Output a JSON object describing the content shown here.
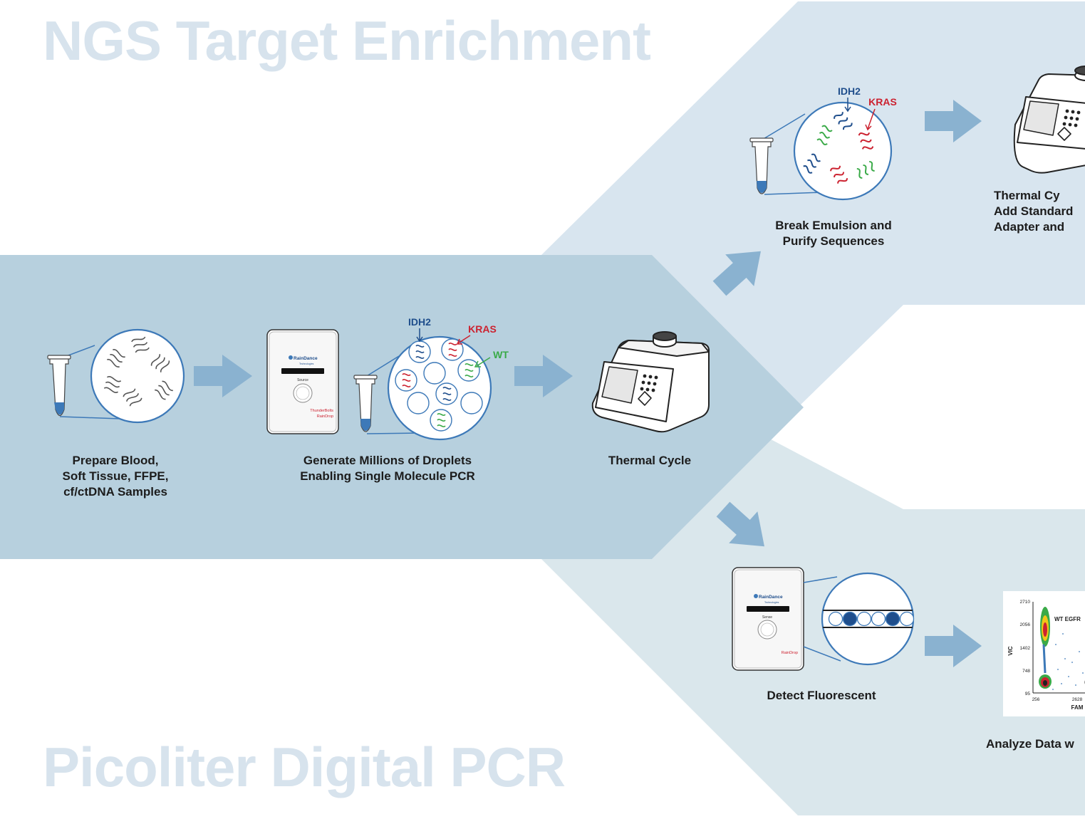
{
  "headings": {
    "top": "NGS Target Enrichment",
    "bottom": "Picoliter Digital PCR"
  },
  "steps": {
    "prepare": "Prepare Blood,\nSoft Tissue, FFPE,\ncf/ctDNA Samples",
    "generate": "Generate Millions of Droplets\nEnabling Single Molecule PCR",
    "thermal": "Thermal Cycle",
    "break": "Break Emulsion and\nPurify Sequences",
    "thermal_adapter": "Thermal Cy\nAdd Standard\nAdapter and",
    "detect": "Detect Fluorescent",
    "analyze": "Analyze Data w"
  },
  "labels": {
    "idh2": "IDH2",
    "kras": "KRAS",
    "wt": "WT"
  },
  "instrument_source": {
    "brand": "RainDance",
    "brand_sub": "Technologies",
    "module": "Source",
    "product_a": "ThunderBolts",
    "product_b": "RainDrop"
  },
  "instrument_sense": {
    "brand": "RainDance",
    "brand_sub": "Technologies",
    "module": "Sense",
    "product": "RainDrop"
  },
  "plot": {
    "y_axis": "VIC",
    "x_axis": "FAM",
    "y_ticks": [
      "2710",
      "2056",
      "1402",
      "748",
      "95"
    ],
    "x_ticks": [
      "256",
      "2628"
    ],
    "cluster_label": "WT EGFR"
  },
  "colors": {
    "band_main": "#b7d0de",
    "band_upper": "#d8e5ef",
    "band_lower": "#dae7ec",
    "arrow": "#8ab2d0",
    "heading": "#d7e3ed",
    "blue_strand": "#1f4e8c",
    "red_strand": "#cc2230",
    "green_strand": "#3aaa48",
    "liquid": "#3d79b8"
  }
}
